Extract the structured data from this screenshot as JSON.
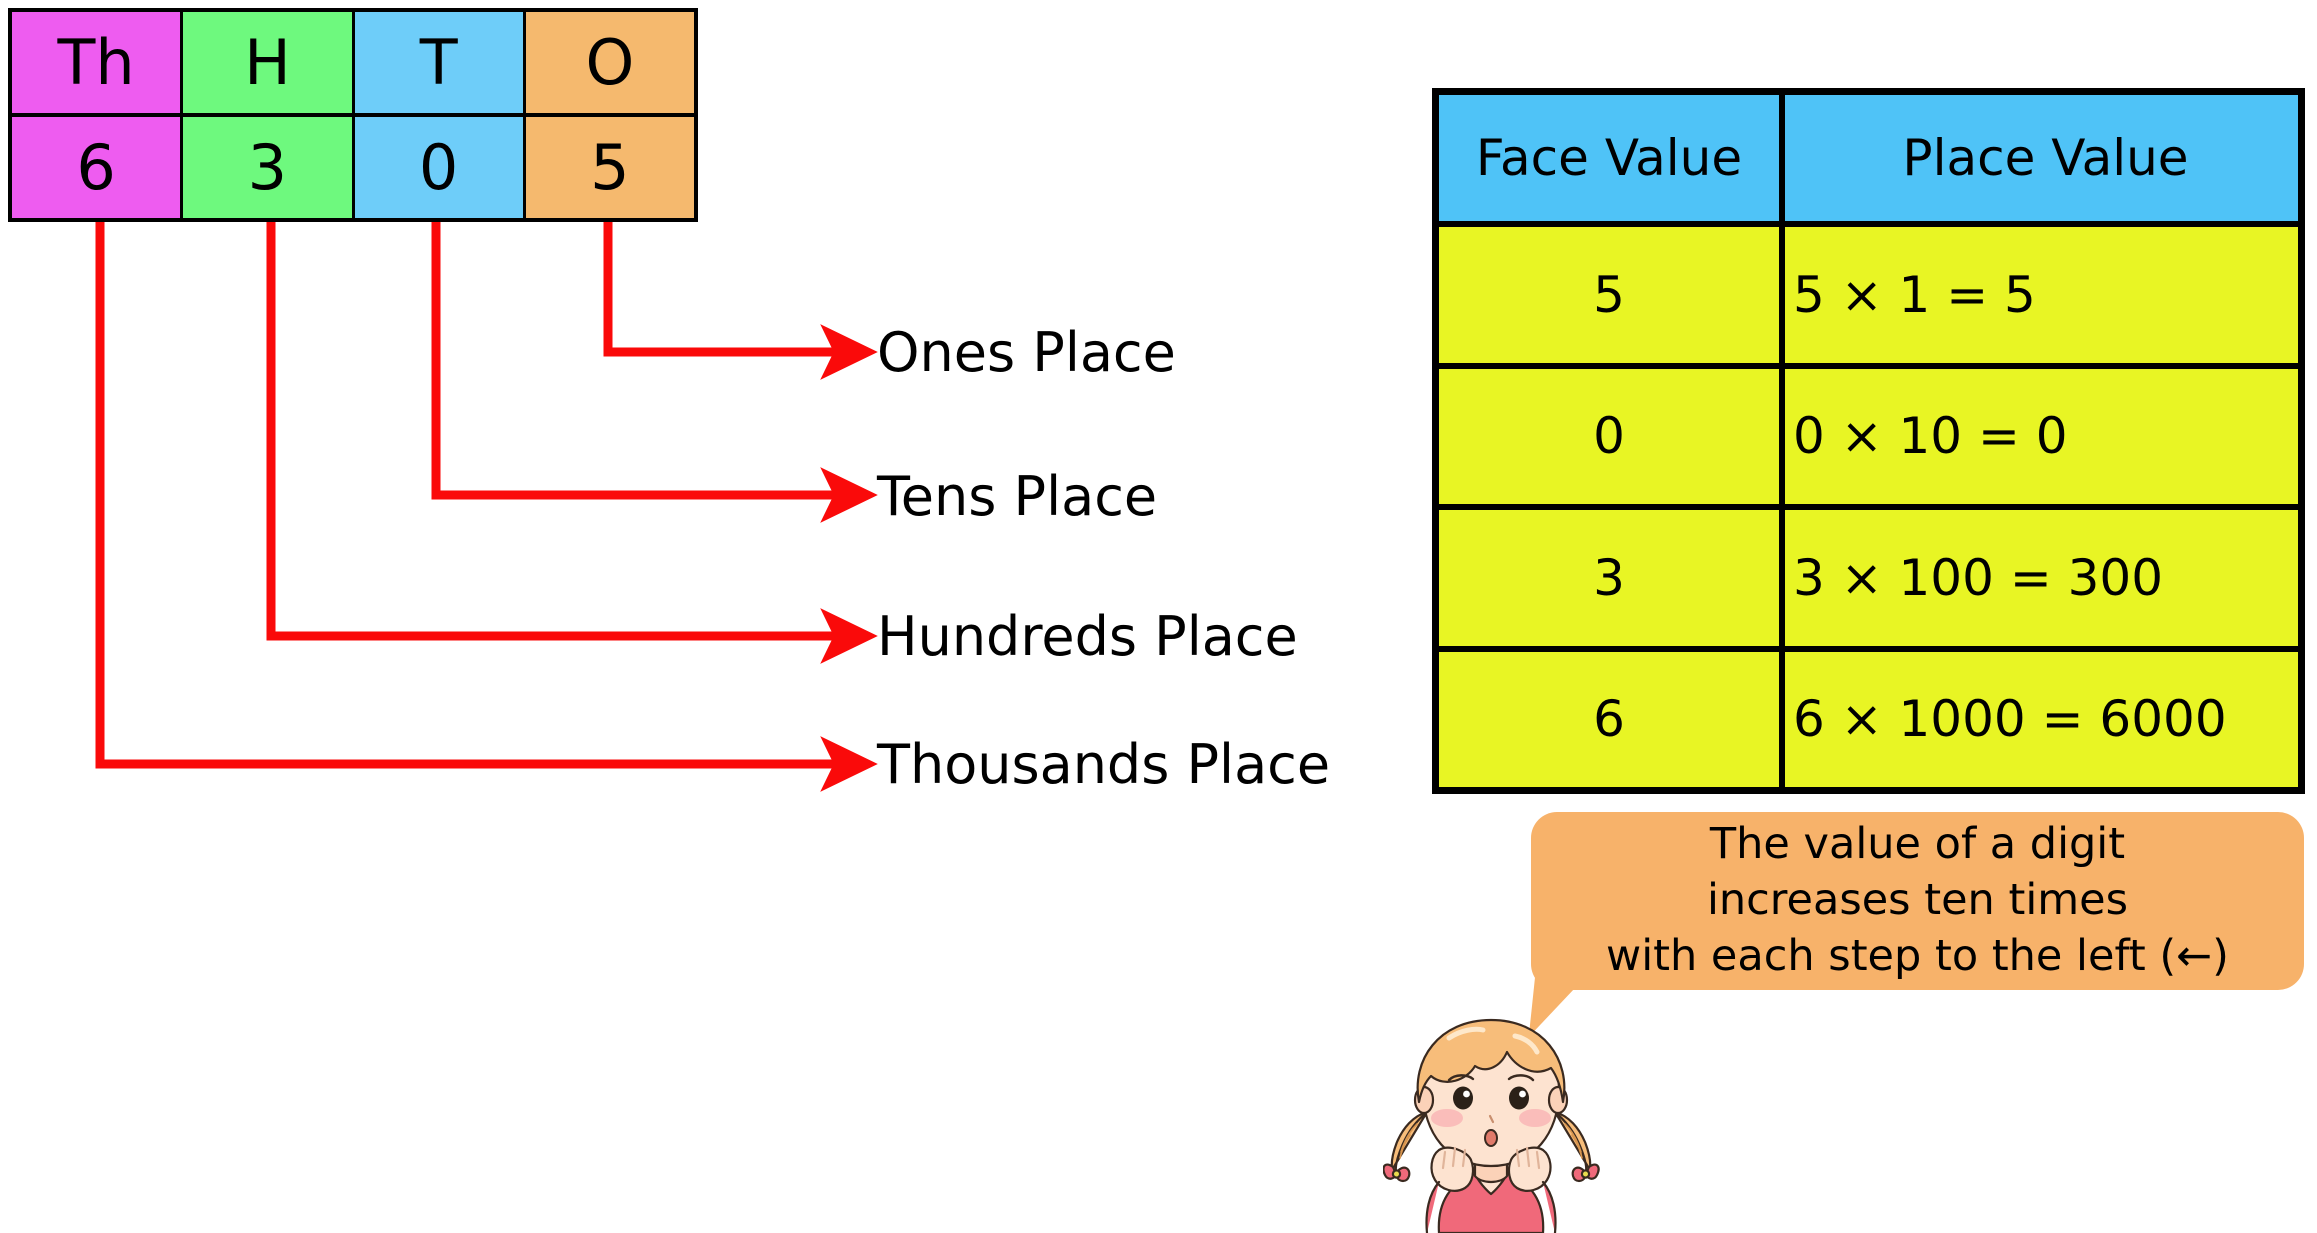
{
  "place_value_chart": {
    "headers": [
      "Th",
      "H",
      "T",
      "O"
    ],
    "digits": [
      "6",
      "3",
      "0",
      "5"
    ],
    "colors": [
      "#ee5cf0",
      "#6ef97e",
      "#6ecdf9",
      "#f5b96e"
    ],
    "number": "6305"
  },
  "place_labels": [
    {
      "text": "Ones Place",
      "place": "ones"
    },
    {
      "text": "Tens Place",
      "place": "tens"
    },
    {
      "text": "Hundreds Place",
      "place": "hundreds"
    },
    {
      "text": "Thousands Place",
      "place": "thousands"
    }
  ],
  "value_table": {
    "headers": [
      "Face Value",
      "Place Value"
    ],
    "header_color": "#4fc3f7",
    "body_color": "#e8f524",
    "rows": [
      {
        "face_value": "5",
        "place_value": "5 × 1 = 5"
      },
      {
        "face_value": "0",
        "place_value": "0 × 10 = 0"
      },
      {
        "face_value": "3",
        "place_value": "3 × 100 = 300"
      },
      {
        "face_value": "6",
        "place_value": "6 × 1000 = 6000"
      }
    ]
  },
  "speech_bubble": {
    "color": "#f7b26a",
    "lines": [
      "The value of a digit",
      "increases ten times",
      "with each step to the left (←)"
    ]
  },
  "arrow_color": "#fa0a0a",
  "character": {
    "name": "thinking-girl",
    "hair_color": "#f7bd7a",
    "shirt_color": "#f0697a",
    "skin_color": "#fde3d0"
  }
}
